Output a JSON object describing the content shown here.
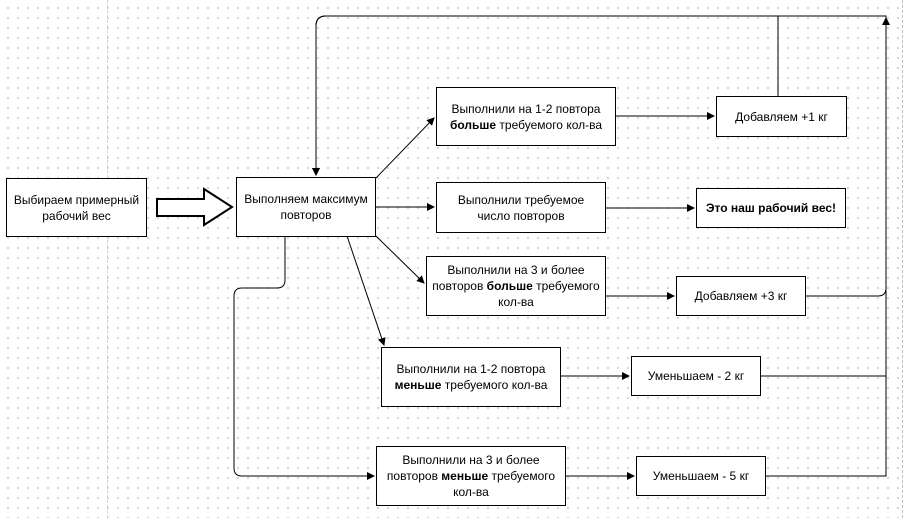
{
  "diagram": {
    "nodes": {
      "start": {
        "text": "Выбираем примерный рабочий вес"
      },
      "max_reps": {
        "text": "Выполняем максимум повторов"
      },
      "plus_1_2": {
        "pre": "Выполнили на 1-2 повтора ",
        "bold": "больше",
        "post": " требуемого кол-ва"
      },
      "exact": {
        "text": "Выполнили требуемое число повторов"
      },
      "plus_3": {
        "pre": "Выполнили на 3 и более повторов ",
        "bold": "больше",
        "post": " требуемого кол-ва"
      },
      "minus_1_2": {
        "pre": "Выполнили на 1-2 повтора ",
        "bold": "меньше",
        "post": " требуемого кол-ва"
      },
      "minus_3": {
        "pre": "Выполнили на 3 и более повторов ",
        "bold": "меньше",
        "post": " требуемого кол-ва"
      },
      "add_1": {
        "text": "Добавляем +1 кг"
      },
      "working_weight": {
        "text": "Это наш рабочий вес!"
      },
      "add_3": {
        "text": "Добавляем +3 кг"
      },
      "reduce_2": {
        "text": "Уменьшаем - 2 кг"
      },
      "reduce_5": {
        "text": "Уменьшаем - 5 кг"
      }
    },
    "edges": [
      {
        "from": "start",
        "to": "max_reps",
        "style": "block-arrow"
      },
      {
        "from": "max_reps",
        "to": "plus_1_2"
      },
      {
        "from": "max_reps",
        "to": "exact"
      },
      {
        "from": "max_reps",
        "to": "plus_3"
      },
      {
        "from": "max_reps",
        "to": "minus_1_2"
      },
      {
        "from": "max_reps",
        "to": "minus_3"
      },
      {
        "from": "plus_1_2",
        "to": "add_1"
      },
      {
        "from": "exact",
        "to": "working_weight"
      },
      {
        "from": "plus_3",
        "to": "add_3"
      },
      {
        "from": "minus_1_2",
        "to": "reduce_2"
      },
      {
        "from": "minus_3",
        "to": "reduce_5"
      },
      {
        "from": "add_1",
        "to": "max_reps"
      },
      {
        "from": "add_3",
        "to": "max_reps"
      },
      {
        "from": "reduce_2",
        "to": "max_reps"
      },
      {
        "from": "reduce_5",
        "to": "max_reps"
      }
    ]
  }
}
